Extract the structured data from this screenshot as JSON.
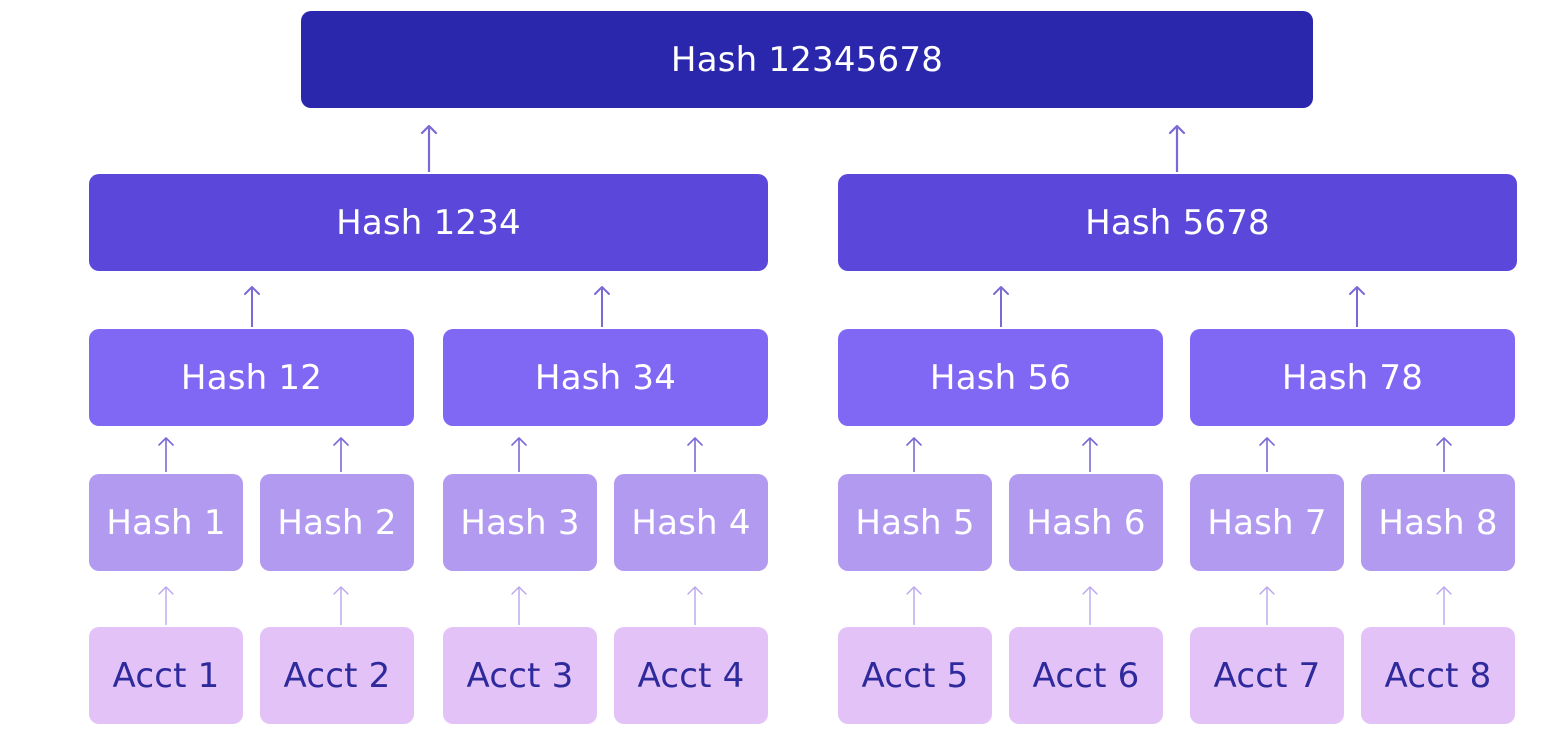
{
  "root": {
    "label": "Hash 12345678"
  },
  "level1": [
    {
      "label": "Hash 1234"
    },
    {
      "label": "Hash 5678"
    }
  ],
  "level2": [
    {
      "label": "Hash 12"
    },
    {
      "label": "Hash 34"
    },
    {
      "label": "Hash 56"
    },
    {
      "label": "Hash 78"
    }
  ],
  "leaf_hashes": [
    {
      "label": "Hash 1"
    },
    {
      "label": "Hash 2"
    },
    {
      "label": "Hash 3"
    },
    {
      "label": "Hash 4"
    },
    {
      "label": "Hash 5"
    },
    {
      "label": "Hash 6"
    },
    {
      "label": "Hash 7"
    },
    {
      "label": "Hash 8"
    }
  ],
  "accounts": [
    {
      "label": "Acct 1"
    },
    {
      "label": "Acct 2"
    },
    {
      "label": "Acct 3"
    },
    {
      "label": "Acct 4"
    },
    {
      "label": "Acct 5"
    },
    {
      "label": "Acct 6"
    },
    {
      "label": "Acct 7"
    },
    {
      "label": "Acct 8"
    }
  ],
  "colors": {
    "root": "#2a27ad",
    "level1": "#5b47da",
    "level2": "#8068f5",
    "leaf_hash": "#b29af1",
    "account": "#e3c2f8",
    "account_text": "#2e2a9c",
    "arrow": "#7b6ad6"
  }
}
